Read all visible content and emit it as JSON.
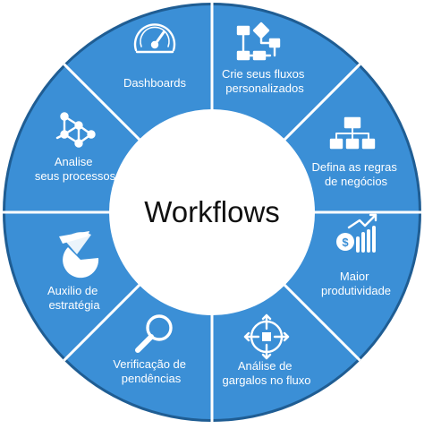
{
  "center_title": "Workflows",
  "colors": {
    "ring": "#3b8fd6",
    "segment_border": "#ffffff",
    "outer_border": "#1f5d93",
    "center_fill": "#ffffff",
    "center_text": "#111111",
    "label_text": "#ffffff"
  },
  "segments": [
    {
      "icon": "speedometer-icon",
      "lines": [
        "Dashboards"
      ]
    },
    {
      "icon": "flowchart-icon",
      "lines": [
        "Crie seus fluxos",
        "personalizados"
      ]
    },
    {
      "icon": "org-chart-icon",
      "lines": [
        "Defina as regras",
        "de negócios"
      ]
    },
    {
      "icon": "money-growth-icon",
      "lines": [
        "Maior",
        "produtividade"
      ]
    },
    {
      "icon": "bottleneck-arrows-icon",
      "lines": [
        "Análise de",
        "gargalos no fluxo"
      ]
    },
    {
      "icon": "magnifier-icon",
      "lines": [
        "Verificação de",
        "pendências"
      ]
    },
    {
      "icon": "pie-chart-icon",
      "lines": [
        "Auxilio de",
        "estratégia"
      ]
    },
    {
      "icon": "network-nodes-icon",
      "lines": [
        "Analise",
        "seus processos"
      ]
    }
  ]
}
